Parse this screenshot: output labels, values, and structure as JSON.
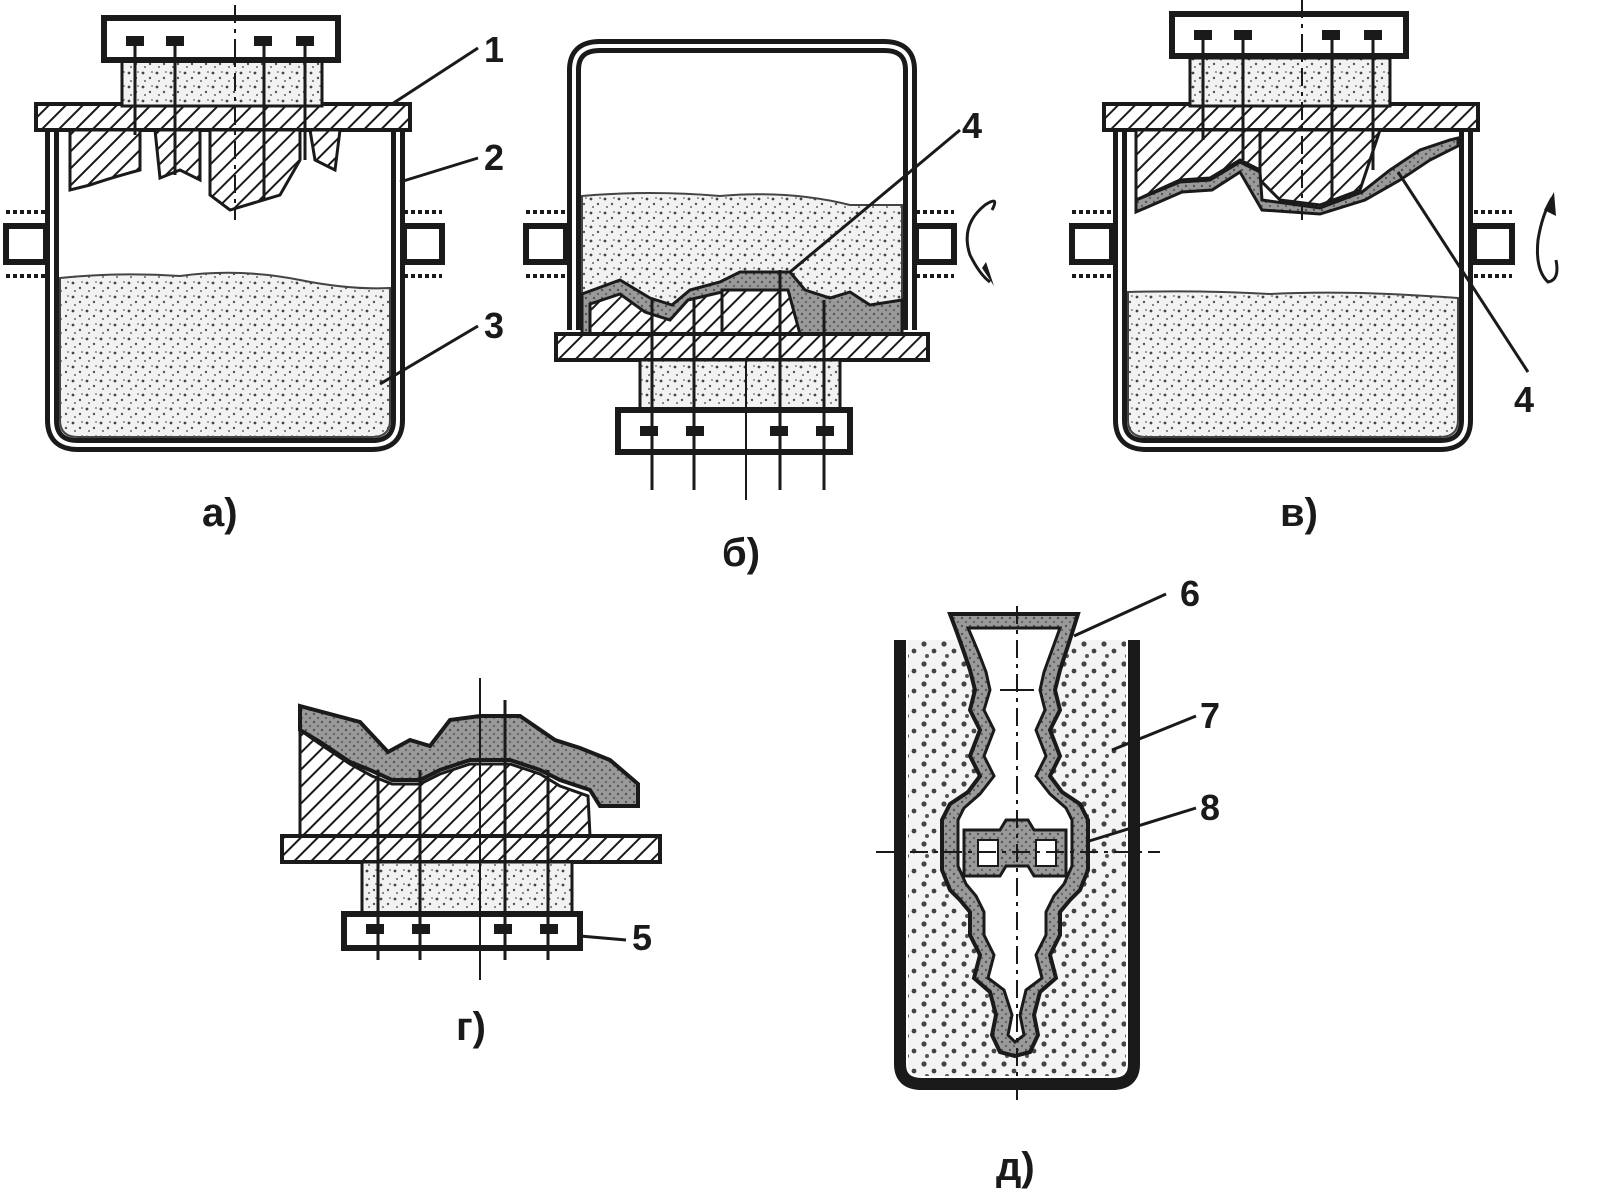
{
  "callouts": {
    "n1": "1",
    "n2": "2",
    "n3": "3",
    "n4_b": "4",
    "n4_v": "4",
    "n5": "5",
    "n6": "6",
    "n7": "7",
    "n8": "8"
  },
  "captions": {
    "a": "а)",
    "b": "б)",
    "v": "в)",
    "g": "г)",
    "d": "д)"
  },
  "colors": {
    "ink": "#1a1a1a",
    "sand": "#efefef",
    "shell": "#9a9a9a",
    "hatch": "#1a1a1a"
  }
}
